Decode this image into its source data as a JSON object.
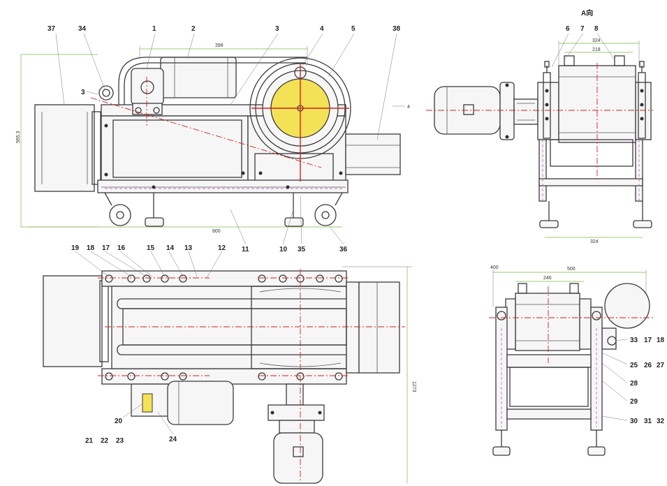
{
  "drawing": {
    "view_label": "A向",
    "front_view": {
      "top_labels": [
        "37",
        "34",
        "1",
        "2",
        "3",
        "4",
        "5",
        "38"
      ],
      "side_labels": [
        "3",
        "4"
      ],
      "bottom_labels": [
        "11",
        "10",
        "35",
        "36"
      ],
      "dims": [
        "398",
        "565.3",
        "800"
      ]
    },
    "side_view": {
      "top_labels": [
        "6",
        "7",
        "8"
      ],
      "dims": [
        "324",
        "218",
        "324"
      ]
    },
    "plan_view": {
      "top_labels": [
        "19",
        "18",
        "17",
        "16",
        "15",
        "14",
        "13",
        "12"
      ],
      "bottom_labels": [
        "20",
        "21",
        "22",
        "23",
        "24"
      ],
      "dims": [
        "1273"
      ]
    },
    "end_view": {
      "dims": [
        "400",
        "500",
        "246"
      ],
      "right_labels": [
        "33",
        "17",
        "18",
        "25",
        "26",
        "27",
        "28",
        "29",
        "30",
        "31",
        "32"
      ]
    }
  }
}
